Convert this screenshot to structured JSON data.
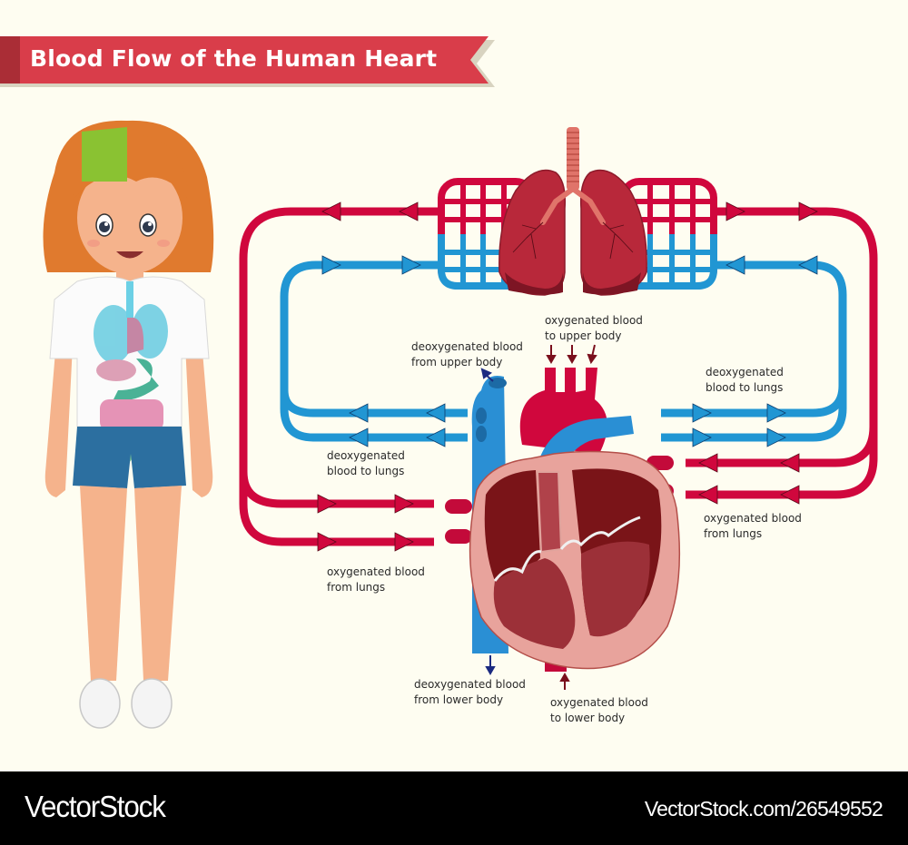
{
  "header": {
    "title": "Blood Flow of the Human Heart",
    "banner_color": "#d93d4a",
    "banner_accent_color": "#aa2d36"
  },
  "colors": {
    "background": "#fefdf1",
    "oxygenated": "#d0073d",
    "deoxygenated": "#2196d3",
    "lungs": "#b8283a",
    "heart_wall": "#e8a39c",
    "heart_chamber": "#7a1418"
  },
  "illustrations": {
    "figure": "girl-with-visible-organs",
    "lungs": "lungs-with-trachea",
    "heart": "heart-cross-section"
  },
  "labels": {
    "oxy_to_upper_body": [
      "oxygenated blood",
      "to upper body"
    ],
    "deoxy_from_upper_body": [
      "deoxygenated blood",
      "from upper body"
    ],
    "deoxy_to_lungs_left": [
      "deoxygenated",
      "blood to lungs"
    ],
    "deoxy_to_lungs_right": [
      "deoxygenated",
      "blood to lungs"
    ],
    "oxy_from_lungs_left": [
      "oxygenated blood",
      "from lungs"
    ],
    "oxy_from_lungs_right": [
      "oxygenated blood",
      "from lungs"
    ],
    "deoxy_from_lower_body": [
      "deoxygenated blood",
      "from lower body"
    ],
    "oxy_to_lower_body": [
      "oxygenated blood",
      "to lower body"
    ]
  },
  "footer": {
    "brand": "VectorStock",
    "image_id": "VectorStock.com/26549552"
  }
}
